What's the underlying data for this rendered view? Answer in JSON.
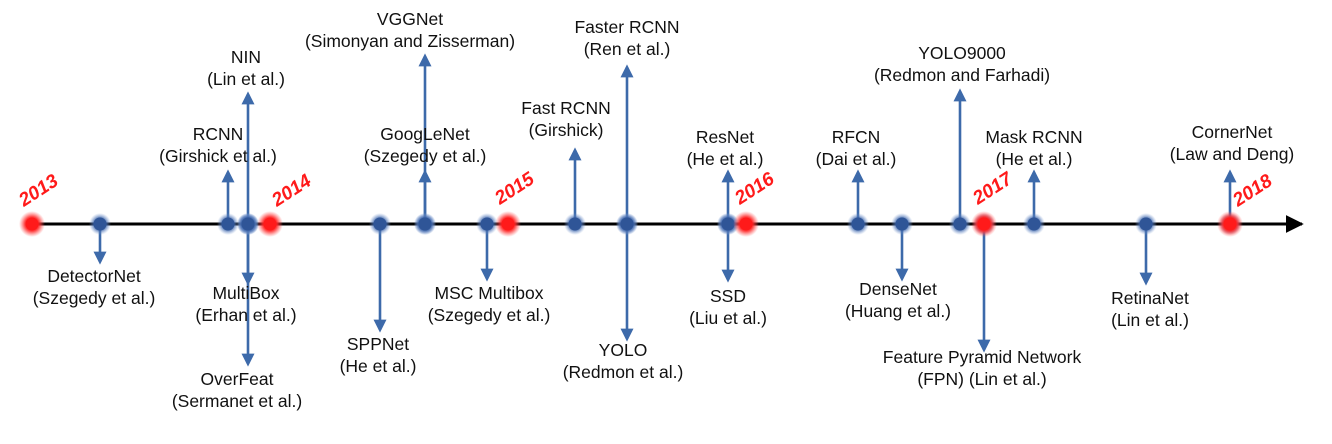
{
  "colors": {
    "axis": "#000000",
    "node": "#2f5597",
    "arrow": "#3d6aaa",
    "year": "#ff1a1a"
  },
  "years": [
    {
      "id": "2013",
      "label": "2013"
    },
    {
      "id": "2014",
      "label": "2014"
    },
    {
      "id": "2015",
      "label": "2015"
    },
    {
      "id": "2016",
      "label": "2016"
    },
    {
      "id": "2017",
      "label": "2017"
    },
    {
      "id": "2018",
      "label": "2018"
    }
  ],
  "events": [
    {
      "id": "detectornet",
      "lines": [
        "DetectorNet",
        "(Szegedy et al.)"
      ],
      "direction": "down"
    },
    {
      "id": "rcnn",
      "lines": [
        "RCNN",
        "(Girshick et al.)"
      ],
      "direction": "up"
    },
    {
      "id": "nin",
      "lines": [
        "NIN",
        "(Lin et al.)"
      ],
      "direction": "up"
    },
    {
      "id": "multibox",
      "lines": [
        "MultiBox",
        "(Erhan et al.)"
      ],
      "direction": "down"
    },
    {
      "id": "overfeat",
      "lines": [
        "OverFeat",
        "(Sermanet et al.)"
      ],
      "direction": "down"
    },
    {
      "id": "sppnet",
      "lines": [
        "SPPNet",
        "(He et al.)"
      ],
      "direction": "down"
    },
    {
      "id": "googlenet",
      "lines": [
        "GoogLeNet",
        "(Szegedy et al.)"
      ],
      "direction": "up"
    },
    {
      "id": "vggnet",
      "lines": [
        "VGGNet",
        "(Simonyan and Zisserman)"
      ],
      "direction": "up"
    },
    {
      "id": "msc-multibox",
      "lines": [
        "MSC Multibox",
        "(Szegedy et al.)"
      ],
      "direction": "down"
    },
    {
      "id": "fast-rcnn",
      "lines": [
        "Fast RCNN",
        "(Girshick)"
      ],
      "direction": "up"
    },
    {
      "id": "faster-rcnn",
      "lines": [
        "Faster RCNN",
        "(Ren et al.)"
      ],
      "direction": "up"
    },
    {
      "id": "yolo",
      "lines": [
        "YOLO",
        "(Redmon et al.)"
      ],
      "direction": "down"
    },
    {
      "id": "resnet",
      "lines": [
        "ResNet",
        "(He et al.)"
      ],
      "direction": "up"
    },
    {
      "id": "ssd",
      "lines": [
        "SSD",
        "(Liu et al.)"
      ],
      "direction": "down"
    },
    {
      "id": "rfcn",
      "lines": [
        "RFCN",
        "(Dai et al.)"
      ],
      "direction": "up"
    },
    {
      "id": "densenet",
      "lines": [
        "DenseNet",
        "(Huang et al.)"
      ],
      "direction": "down"
    },
    {
      "id": "yolo9000",
      "lines": [
        "YOLO9000",
        "(Redmon and Farhadi)"
      ],
      "direction": "up"
    },
    {
      "id": "fpn",
      "lines": [
        "Feature Pyramid Network",
        "(FPN) (Lin et al.)"
      ],
      "direction": "down"
    },
    {
      "id": "mask-rcnn",
      "lines": [
        "Mask RCNN",
        "(He et al.)"
      ],
      "direction": "up"
    },
    {
      "id": "retinanet",
      "lines": [
        "RetinaNet",
        "(Lin et al.)"
      ],
      "direction": "down"
    },
    {
      "id": "cornernet",
      "lines": [
        "CornerNet",
        "(Law and Deng)"
      ],
      "direction": "up"
    }
  ]
}
